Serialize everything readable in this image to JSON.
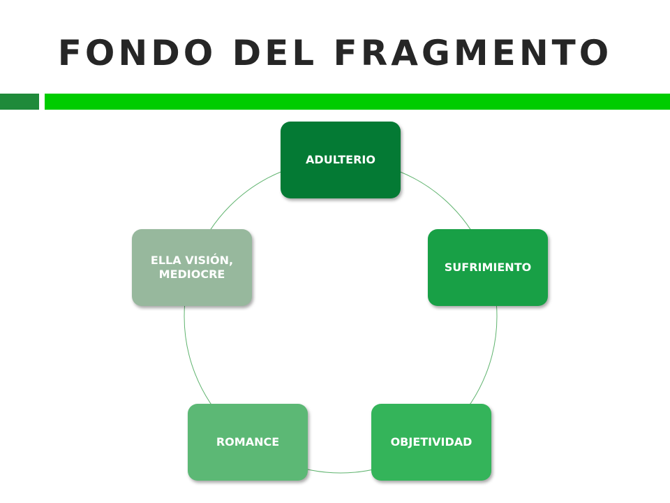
{
  "title": "FONDO DEL FRAGMENTO",
  "colors": {
    "title_text": "#262626",
    "bar_dark": "#1f8a3a",
    "bar_bright": "#00cc00",
    "ring_line": "#5fb36e"
  },
  "nodes": [
    {
      "label": "ADULTERIO",
      "color": "#047a34"
    },
    {
      "label": "SUFRIMIENTO",
      "color": "#18a046"
    },
    {
      "label": "OBJETIVIDAD",
      "color": "#34b45a"
    },
    {
      "label": "ROMANCE",
      "color": "#5cb875"
    },
    {
      "label": "ELLA VISIÓN, MEDIOCRE",
      "color": "#97b89d"
    }
  ]
}
